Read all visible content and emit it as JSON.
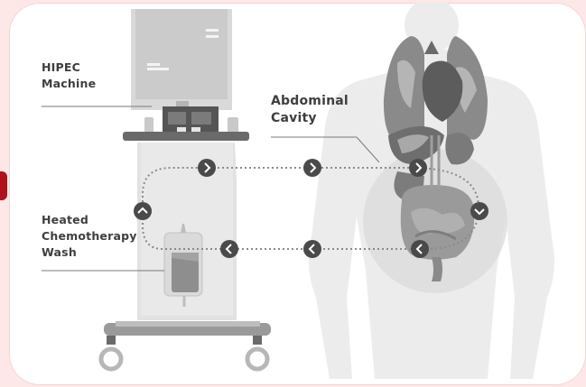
{
  "labels": {
    "hipec_line1": "HIPEC",
    "hipec_line2": "Machine",
    "abdominal_line1": "Abdominal",
    "abdominal_line2": "Cavity",
    "wash_line1": "Heated",
    "wash_line2": "Chemotherapy",
    "wash_line3": "Wash"
  },
  "icons": {
    "forward": "chevron-right-icon",
    "back": "chevron-left-icon",
    "up": "chevron-up-icon",
    "down": "chevron-down-icon"
  },
  "colors": {
    "background": "#fde7e7",
    "card": "#ffffff",
    "accent_tab": "#b0121b",
    "text": "#3e3e3e",
    "arrow_dot": "#4a4a4a"
  }
}
